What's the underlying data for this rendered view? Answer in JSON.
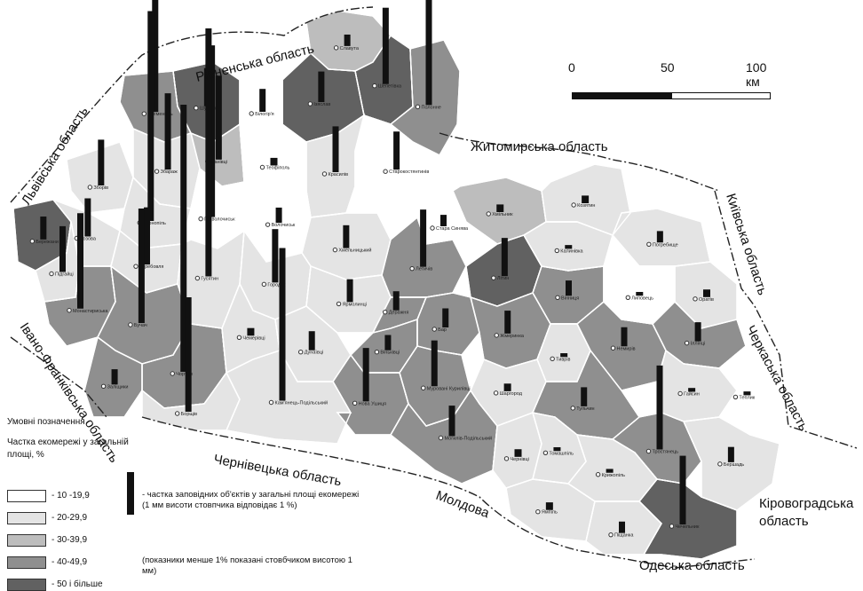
{
  "scale_bar": {
    "ticks": [
      "0",
      "50",
      "100 км"
    ]
  },
  "neighbors": {
    "rivne": "Рівненська область",
    "lviv": "Львівська область",
    "zhytomyr": "Житомирська область",
    "kyiv": "Київська область",
    "cherkasy": "Черкаська область",
    "ivano_frankivsk": "Івано-Франківська область",
    "chernivtsi": "Чернівецька область",
    "moldova": "Молдова",
    "kirovohrad": "Кіровоградська\nобласть",
    "odesa": "Одеська область"
  },
  "legend": {
    "title": "Умовні позначення",
    "subtitle": "Частка екомережі у загальній площі, %",
    "classes": [
      {
        "label": "- 10 -19,9",
        "color": "#ffffff"
      },
      {
        "label": "- 20-29,9",
        "color": "#e4e4e4"
      },
      {
        "label": "- 30-39,9",
        "color": "#bdbdbd"
      },
      {
        "label": "- 40-49,9",
        "color": "#8f8f8f"
      },
      {
        "label": "- 50 і більше",
        "color": "#616161"
      }
    ],
    "bar_note": "- частка заповідних об'єктів у загальні площі екомережі (1 мм висоти стовпчика відповідає 1 %)",
    "small_note": "(показники менше 1% показані стовбчиком висотою 1 мм)"
  },
  "districts": [
    {
      "name": "Славута",
      "cls": 2,
      "bar_pct": 3
    },
    {
      "name": "Шепетівка",
      "cls": 4,
      "bar_pct": 20
    },
    {
      "name": "Полонне",
      "cls": 3,
      "bar_pct": 28
    },
    {
      "name": "Ізяслав",
      "cls": 4,
      "bar_pct": 8
    },
    {
      "name": "Білогір'я",
      "cls": 0,
      "bar_pct": 6
    },
    {
      "name": "Шумськ",
      "cls": 4,
      "bar_pct": 10
    },
    {
      "name": "Кременець",
      "cls": 3,
      "bar_pct": 60
    },
    {
      "name": "Ланівці",
      "cls": 2,
      "bar_pct": 22
    },
    {
      "name": "Теофіполь",
      "cls": 0,
      "bar_pct": 2
    },
    {
      "name": "Старокостянтинів",
      "cls": 0,
      "bar_pct": 10
    },
    {
      "name": "Красилів",
      "cls": 1,
      "bar_pct": 12
    },
    {
      "name": "Стара Синява",
      "cls": 0,
      "bar_pct": 3
    },
    {
      "name": "Зборів",
      "cls": 1,
      "bar_pct": 12
    },
    {
      "name": "Збараж",
      "cls": 1,
      "bar_pct": 20
    },
    {
      "name": "Тернопіль",
      "cls": 1,
      "bar_pct": 55
    },
    {
      "name": "Підволочиськ",
      "cls": 0,
      "bar_pct": 45
    },
    {
      "name": "Волочиськ",
      "cls": 0,
      "bar_pct": 4
    },
    {
      "name": "Хмельницький",
      "cls": 1,
      "bar_pct": 6
    },
    {
      "name": "Бережани",
      "cls": 4,
      "bar_pct": 6
    },
    {
      "name": "Козова",
      "cls": 1,
      "bar_pct": 10
    },
    {
      "name": "Підгайці",
      "cls": 1,
      "bar_pct": 12
    },
    {
      "name": "Теребовля",
      "cls": 1,
      "bar_pct": 15
    },
    {
      "name": "Гусятин",
      "cls": 1,
      "bar_pct": 65
    },
    {
      "name": "Городок",
      "cls": 1,
      "bar_pct": 14
    },
    {
      "name": "Ярмолинці",
      "cls": 1,
      "bar_pct": 6
    },
    {
      "name": "Летичів",
      "cls": 3,
      "bar_pct": 15
    },
    {
      "name": "Деражня",
      "cls": 3,
      "bar_pct": 5
    },
    {
      "name": "Хмільник",
      "cls": 2,
      "bar_pct": 2
    },
    {
      "name": "Козятин",
      "cls": 1,
      "bar_pct": 2
    },
    {
      "name": "Калинівка",
      "cls": 1,
      "bar_pct": 1
    },
    {
      "name": "Погребище",
      "cls": 1,
      "bar_pct": 3
    },
    {
      "name": "Літин",
      "cls": 4,
      "bar_pct": 10
    },
    {
      "name": "Вінниця",
      "cls": 3,
      "bar_pct": 4
    },
    {
      "name": "Липовець",
      "cls": 0,
      "bar_pct": 1
    },
    {
      "name": "Оратів",
      "cls": 1,
      "bar_pct": 2
    },
    {
      "name": "Монастириська",
      "cls": 3,
      "bar_pct": 25
    },
    {
      "name": "Бучач",
      "cls": 3,
      "bar_pct": 30
    },
    {
      "name": "Чортків",
      "cls": 3,
      "bar_pct": 70
    },
    {
      "name": "Чемерівці",
      "cls": 1,
      "bar_pct": 2
    },
    {
      "name": "Дунаївці",
      "cls": 1,
      "bar_pct": 5
    },
    {
      "name": "Віньківці",
      "cls": 3,
      "bar_pct": 4
    },
    {
      "name": "Бар",
      "cls": 3,
      "bar_pct": 5
    },
    {
      "name": "Жмеринка",
      "cls": 3,
      "bar_pct": 6
    },
    {
      "name": "Тиврів",
      "cls": 1,
      "bar_pct": 1
    },
    {
      "name": "Іллінці",
      "cls": 3,
      "bar_pct": 5
    },
    {
      "name": "Немирів",
      "cls": 3,
      "bar_pct": 5
    },
    {
      "name": "Заліщики",
      "cls": 3,
      "bar_pct": 4
    },
    {
      "name": "Борщів",
      "cls": 1,
      "bar_pct": 30
    },
    {
      "name": "Кам'янець-Подільський",
      "cls": 1,
      "bar_pct": 40
    },
    {
      "name": "Нова Ушиця",
      "cls": 3,
      "bar_pct": 14
    },
    {
      "name": "Мурованi Курилівці",
      "cls": 3,
      "bar_pct": 12
    },
    {
      "name": "Шаргород",
      "cls": 1,
      "bar_pct": 2
    },
    {
      "name": "Тульчин",
      "cls": 3,
      "bar_pct": 5
    },
    {
      "name": "Гайсин",
      "cls": 1,
      "bar_pct": 1
    },
    {
      "name": "Теплик",
      "cls": 0,
      "bar_pct": 1
    },
    {
      "name": "Могилів-Подільський",
      "cls": 3,
      "bar_pct": 8
    },
    {
      "name": "Чернівці",
      "cls": 1,
      "bar_pct": 2
    },
    {
      "name": "Томашпіль",
      "cls": 1,
      "bar_pct": 1
    },
    {
      "name": "Тростянець",
      "cls": 3,
      "bar_pct": 22
    },
    {
      "name": "Бершадь",
      "cls": 1,
      "bar_pct": 4
    },
    {
      "name": "Крижопіль",
      "cls": 1,
      "bar_pct": 1
    },
    {
      "name": "Ямпіль",
      "cls": 1,
      "bar_pct": 2
    },
    {
      "name": "Піщанка",
      "cls": 1,
      "bar_pct": 3
    },
    {
      "name": "Чечельник",
      "cls": 4,
      "bar_pct": 18
    }
  ]
}
